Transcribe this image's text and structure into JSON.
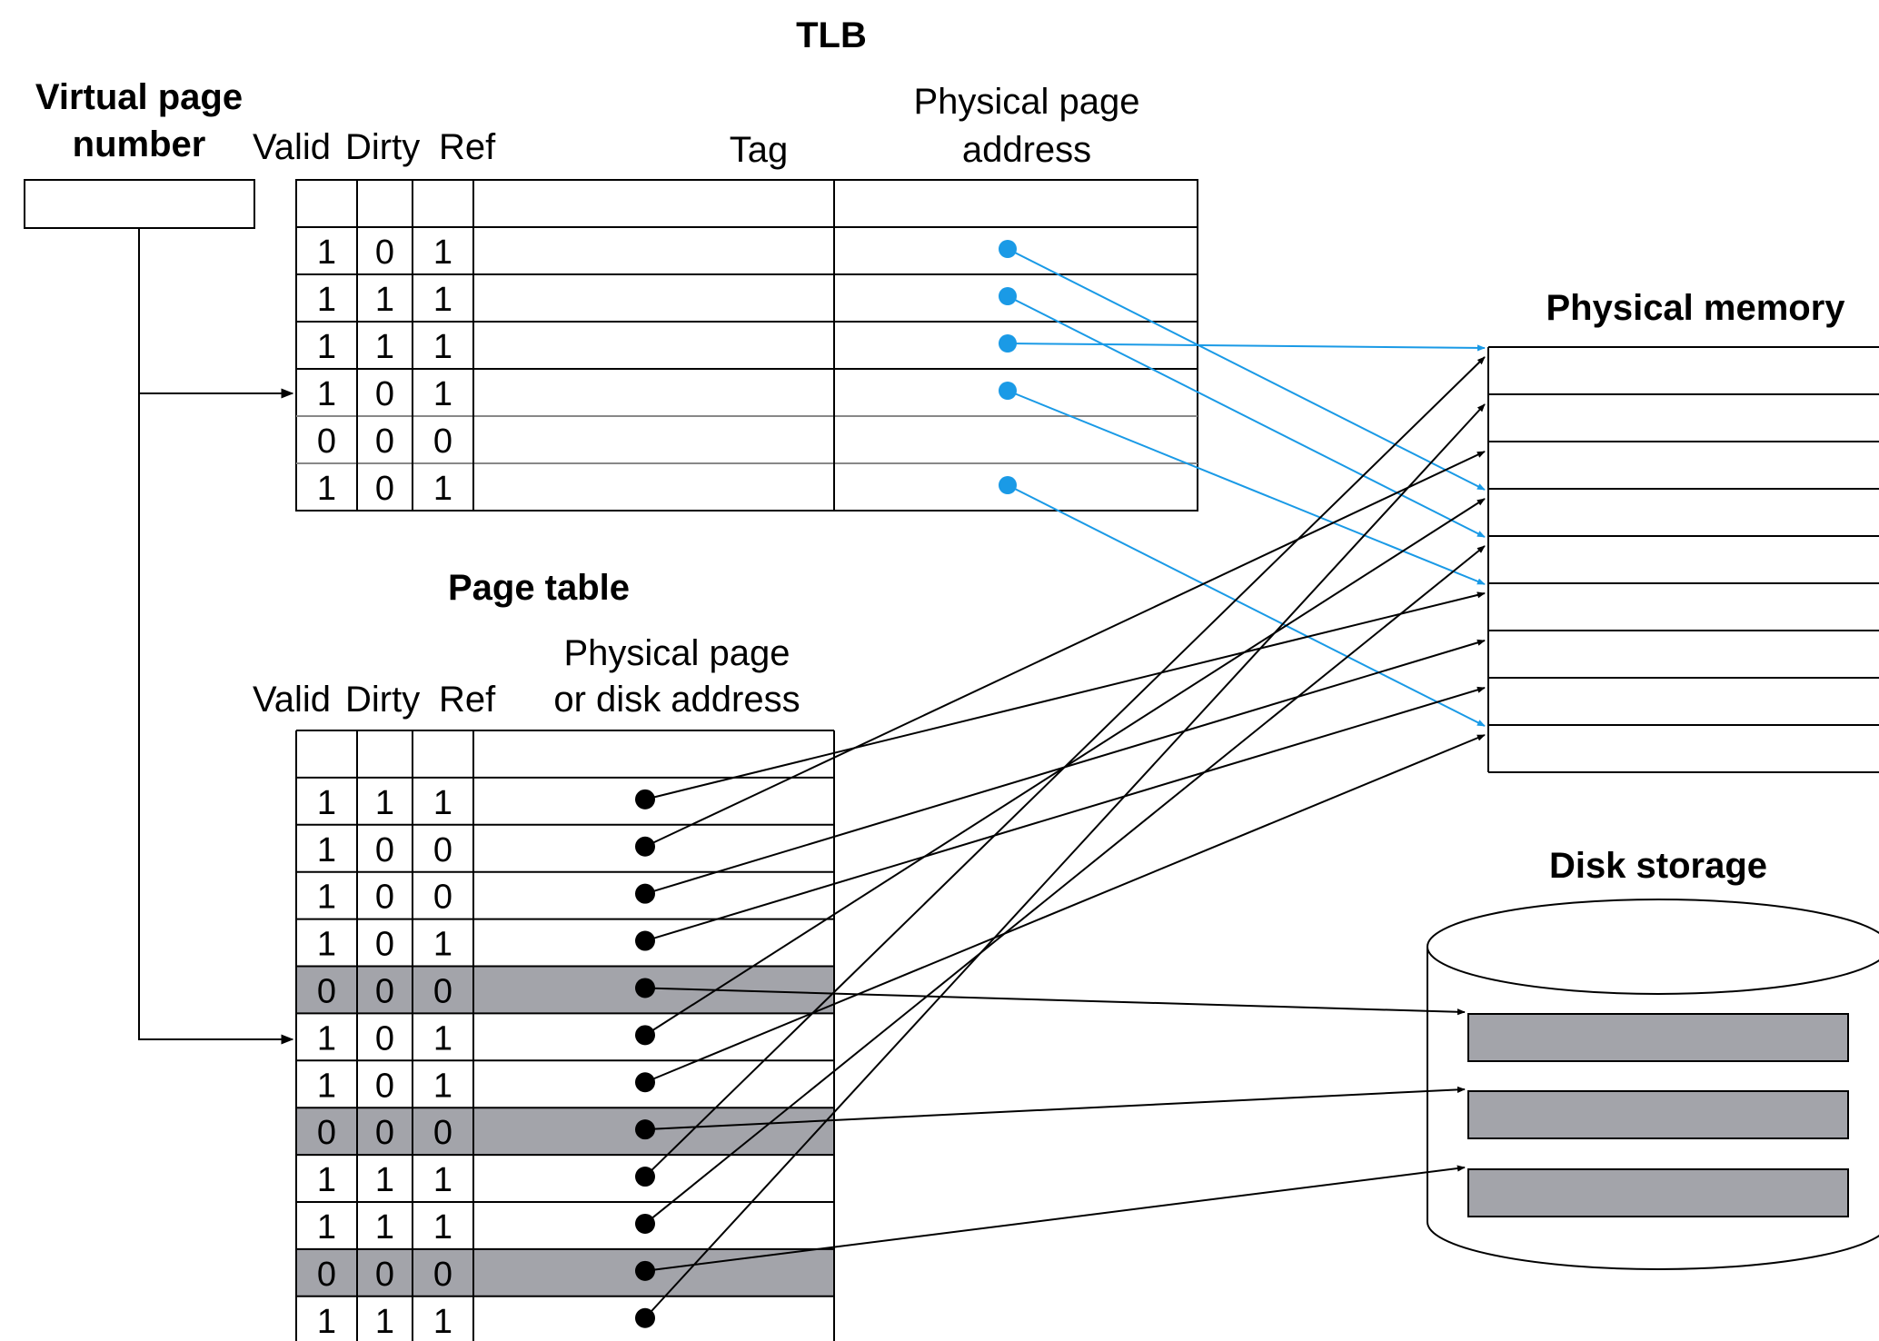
{
  "labels": {
    "tlb_title": "TLB",
    "virtual_page_number_line1": "Virtual page",
    "virtual_page_number_line2": "number",
    "tlb_valid": "Valid",
    "tlb_dirty": "Dirty",
    "tlb_ref": "Ref",
    "tlb_tag": "Tag",
    "tlb_ppa_line1": "Physical page",
    "tlb_ppa_line2": "address",
    "physical_memory": "Physical memory",
    "page_table_title": "Page table",
    "pt_valid": "Valid",
    "pt_dirty": "Dirty",
    "pt_ref": "Ref",
    "pt_addr_line1": "Physical page",
    "pt_addr_line2": "or disk address",
    "disk_storage": "Disk storage"
  },
  "tlb_rows": [
    {
      "valid": "1",
      "dirty": "0",
      "ref": "1",
      "pointer": true,
      "target": 3
    },
    {
      "valid": "1",
      "dirty": "1",
      "ref": "1",
      "pointer": true,
      "target": 4
    },
    {
      "valid": "1",
      "dirty": "1",
      "ref": "1",
      "pointer": true,
      "target": 0
    },
    {
      "valid": "1",
      "dirty": "0",
      "ref": "1",
      "pointer": true,
      "target": 5
    },
    {
      "valid": "0",
      "dirty": "0",
      "ref": "0",
      "pointer": false,
      "target": null
    },
    {
      "valid": "1",
      "dirty": "0",
      "ref": "1",
      "pointer": true,
      "target": 8
    }
  ],
  "page_table_rows": [
    {
      "valid": "1",
      "dirty": "1",
      "ref": "1",
      "invalid": false,
      "dest": "mem",
      "target": 5
    },
    {
      "valid": "1",
      "dirty": "0",
      "ref": "0",
      "invalid": false,
      "dest": "mem",
      "target": 2
    },
    {
      "valid": "1",
      "dirty": "0",
      "ref": "0",
      "invalid": false,
      "dest": "mem",
      "target": 6
    },
    {
      "valid": "1",
      "dirty": "0",
      "ref": "1",
      "invalid": false,
      "dest": "mem",
      "target": 7
    },
    {
      "valid": "0",
      "dirty": "0",
      "ref": "0",
      "invalid": true,
      "dest": "disk",
      "target": 0
    },
    {
      "valid": "1",
      "dirty": "0",
      "ref": "1",
      "invalid": false,
      "dest": "mem",
      "target": 3
    },
    {
      "valid": "1",
      "dirty": "0",
      "ref": "1",
      "invalid": false,
      "dest": "mem",
      "target": 8
    },
    {
      "valid": "0",
      "dirty": "0",
      "ref": "0",
      "invalid": true,
      "dest": "disk",
      "target": 1
    },
    {
      "valid": "1",
      "dirty": "1",
      "ref": "1",
      "invalid": false,
      "dest": "mem",
      "target": 0
    },
    {
      "valid": "1",
      "dirty": "1",
      "ref": "1",
      "invalid": false,
      "dest": "mem",
      "target": 4
    },
    {
      "valid": "0",
      "dirty": "0",
      "ref": "0",
      "invalid": true,
      "dest": "disk",
      "target": 2
    },
    {
      "valid": "1",
      "dirty": "1",
      "ref": "1",
      "invalid": false,
      "dest": "mem",
      "target": 1
    }
  ],
  "colors": {
    "tlb_arrow": "#1a9ae6",
    "line": "#000000",
    "invalid_row_fill": "#a3a4aa",
    "disk_block_fill": "#a3a4aa"
  }
}
